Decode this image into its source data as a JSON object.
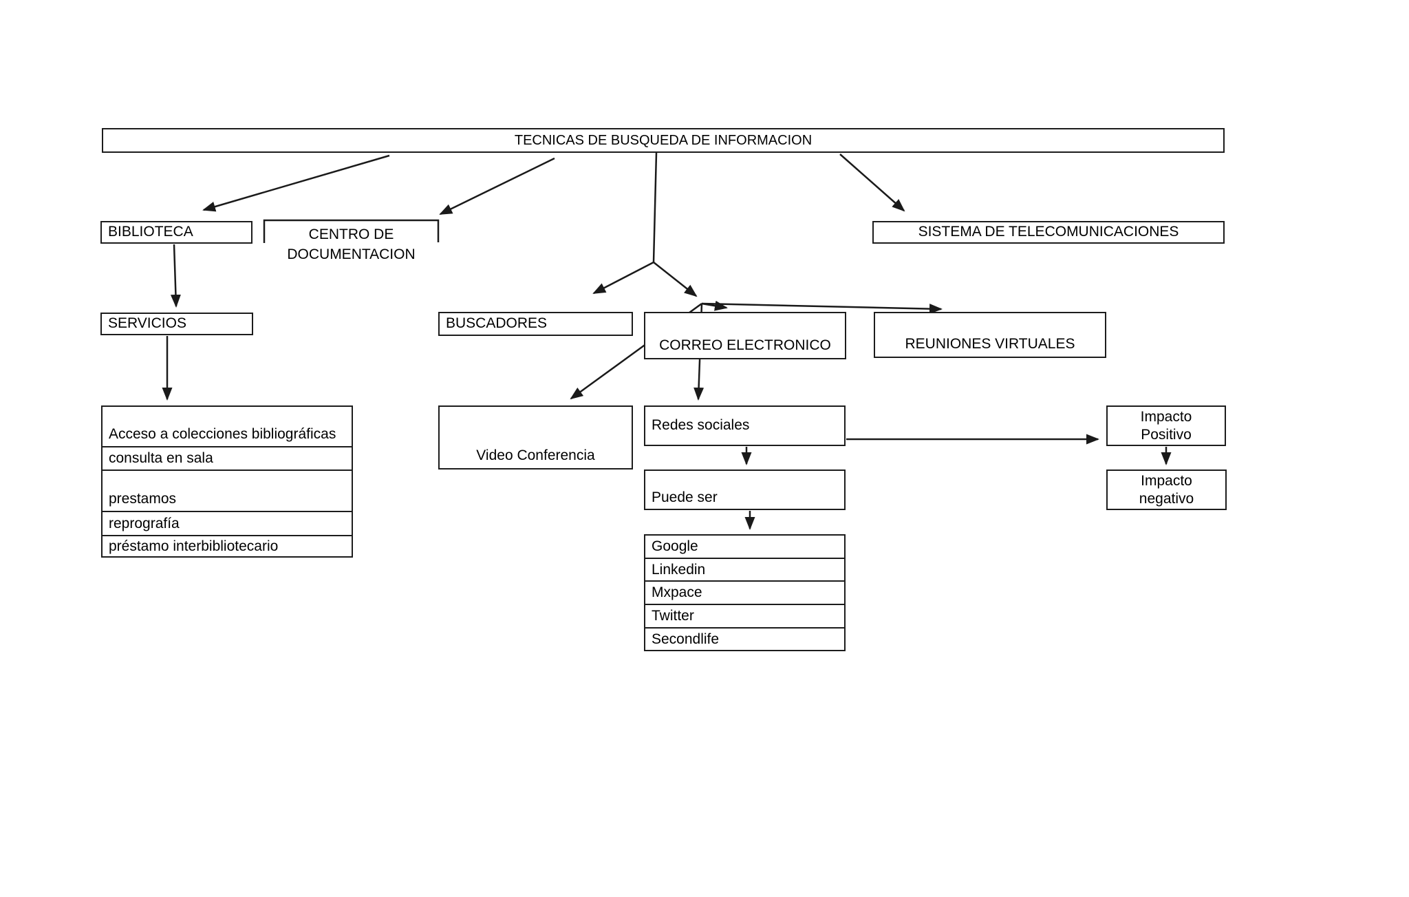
{
  "diagram": {
    "title": "TECNICAS DE BUSQUEDA DE INFORMACION",
    "nodes": {
      "biblioteca": "BIBLIOTECA",
      "centro_documentacion": {
        "lines": [
          "CENTRO DE",
          "DOCUMENTACION"
        ]
      },
      "sistema_telecomunicaciones": "SISTEMA DE TELECOMUNICACIONES",
      "servicios": "SERVICIOS",
      "buscadores": "BUSCADORES",
      "correo_electronico": "CORREO ELECTRONICO",
      "reuniones_virtuales": "REUNIONES VIRTUALES",
      "video_conferencia": "Video Conferencia",
      "redes_sociales": "Redes sociales",
      "puede_ser": "Puede ser",
      "impacto_positivo": {
        "lines": [
          "Impacto",
          "Positivo"
        ]
      },
      "impacto_negativo": {
        "lines": [
          "Impacto",
          "negativo"
        ]
      },
      "servicios_items": [
        "Acceso a colecciones bibliográficas",
        "consulta en sala",
        "prestamos",
        "reprografía",
        "préstamo interbibliotecario"
      ],
      "redes_items": [
        "Google",
        "Linkedin",
        "Mxpace",
        "Twitter",
        "Secondlife"
      ]
    },
    "edges": [
      {
        "from": "title",
        "to": "biblioteca"
      },
      {
        "from": "title",
        "to": "centro_documentacion"
      },
      {
        "from": "title",
        "to": "buscadores"
      },
      {
        "from": "title",
        "to": "correo_electronico"
      },
      {
        "from": "title",
        "to": "sistema_telecomunicaciones"
      },
      {
        "from": "correo_electronico",
        "to": "reuniones_virtuales"
      },
      {
        "from": "correo_electronico",
        "to": "video_conferencia"
      },
      {
        "from": "correo_electronico",
        "to": "redes_sociales"
      },
      {
        "from": "biblioteca",
        "to": "servicios"
      },
      {
        "from": "servicios",
        "to": "servicios_items"
      },
      {
        "from": "redes_sociales",
        "to": "puede_ser"
      },
      {
        "from": "puede_ser",
        "to": "redes_items"
      },
      {
        "from": "redes_sociales",
        "to": "impacto_positivo"
      },
      {
        "from": "impacto_positivo",
        "to": "impacto_negativo"
      }
    ],
    "colors": {
      "line": "#1a1a1a",
      "box_border": "#1c1c1c",
      "box_bg": "#ffffff",
      "text": "#000000",
      "background": "#ffffff"
    }
  }
}
